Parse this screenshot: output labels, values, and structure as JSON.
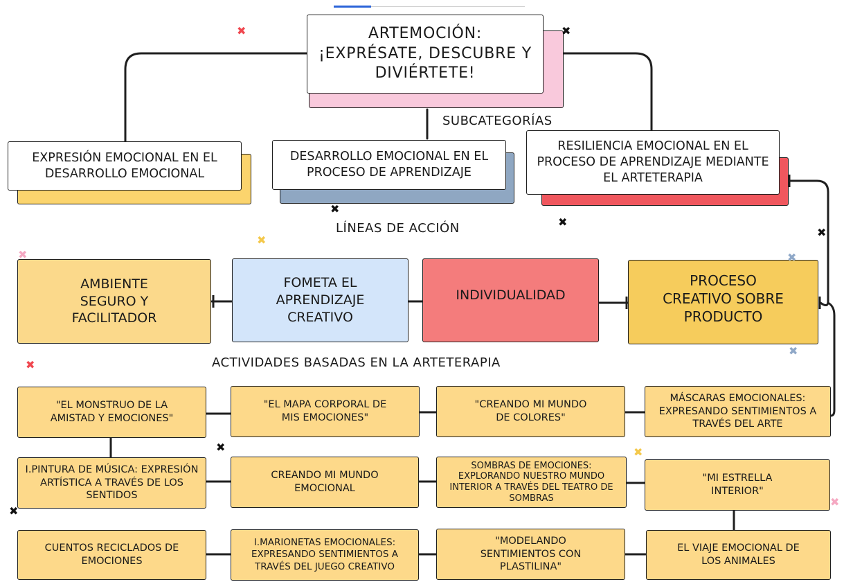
{
  "title": "ARTEMOCIÓN: ¡EXPRÉSATE, DESCUBRE Y DIVIÉRTETE!",
  "section_labels": {
    "subcategorias": "SUBCATEGORÍAS",
    "lineas": "LÍNEAS DE ACCIÓN",
    "actividades": "ACTIVIDADES BASADAS EN LA ARTETERAPIA"
  },
  "subcategories": [
    "EXPRESIÓN EMOCIONAL EN EL DESARROLLO EMOCIONAL",
    "DESARROLLO EMOCIONAL EN EL PROCESO DE APRENDIZAJE",
    "RESILIENCIA EMOCIONAL EN EL PROCESO DE APRENDIZAJE MEDIANTE EL ARTETERAPIA"
  ],
  "action_lines": [
    "AMBIENTE SEGURO Y FACILITADOR",
    "FOMETA EL APRENDIZAJE CREATIVO",
    "INDIVIDUALIDAD",
    "PROCESO CREATIVO SOBRE PRODUCTO"
  ],
  "activities": [
    "\"EL MONSTRUO DE LA AMISTAD Y EMOCIONES\"",
    "\"EL MAPA CORPORAL DE MIS EMOCIONES\"",
    "\"CREANDO MI MUNDO DE COLORES\"",
    "MÁSCARAS EMOCIONALES: EXPRESANDO SENTIMIENTOS A TRAVÉS DEL ARTE",
    "I.PINTURA DE MÚSICA: EXPRESIÓN ARTÍSTICA A TRAVÉS DE LOS SENTIDOS",
    "CREANDO MI MUNDO EMOCIONAL",
    "SOMBRAS DE EMOCIONES: EXPLORANDO NUESTRO MUNDO INTERIOR A TRAVÉS DEL TEATRO DE SOMBRAS",
    "\"MI ESTRELLA INTERIOR\"",
    "CUENTOS RECICLADOS DE EMOCIONES",
    "I.MARIONETAS EMOCIONALES: EXPRESANDO SENTIMIENTOS A TRAVÉS DEL JUEGO CREATIVO",
    "\"MODELANDO SENTIMIENTOS CON PLASTILINA\"",
    "EL VIAJE EMOCIONAL DE LOS ANIMALES"
  ],
  "colors": {
    "title_shadow": "#f9c9dc",
    "sub1_shadow": "#fbd46d",
    "sub2_shadow": "#8fa7c2",
    "sub3_shadow": "#f0575e",
    "line1": "#fbd98b",
    "line2": "#d3e5fa",
    "line3": "#f47c7c",
    "line4": "#f6cc5c",
    "activity": "#fdd98a"
  },
  "decorations": {
    "star_glyph": "✖",
    "star_colors": [
      "#f0474f",
      "#111111",
      "#f4c84a",
      "#f5a8c2",
      "#8fa8c8"
    ]
  }
}
